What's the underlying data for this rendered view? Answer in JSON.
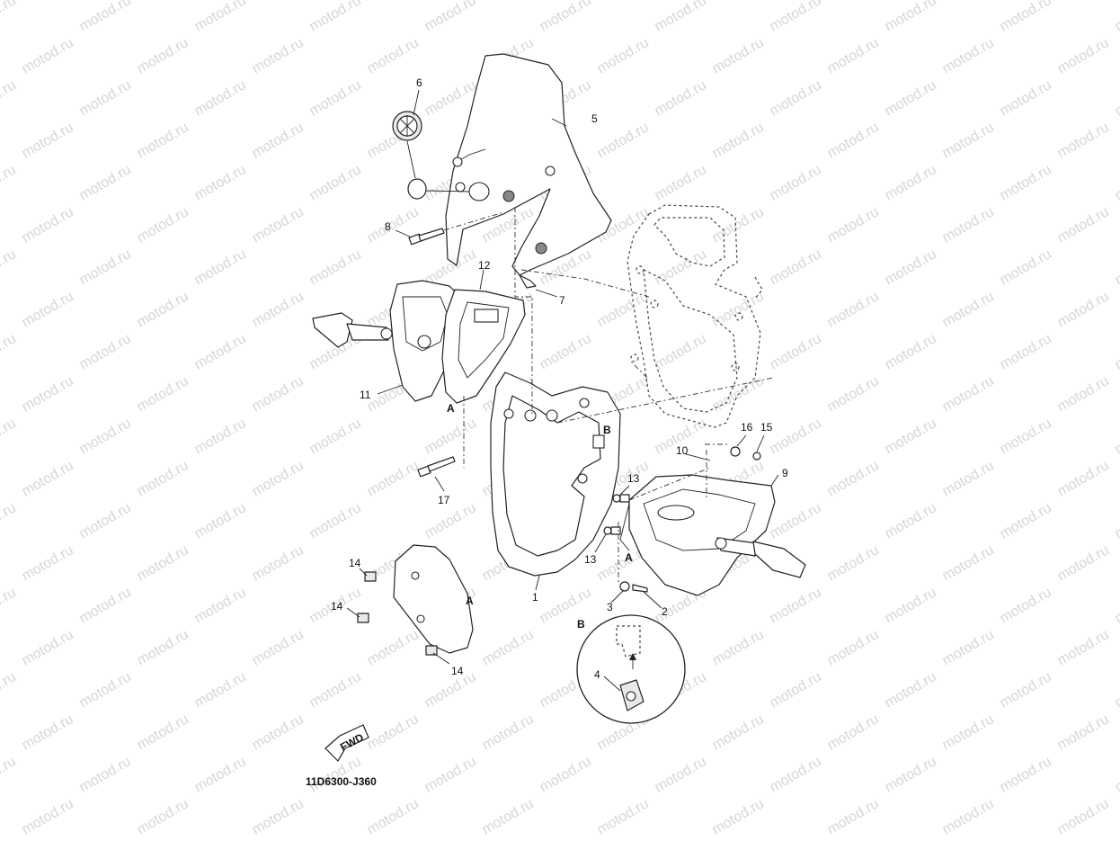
{
  "watermark": {
    "text": "motod.ru"
  },
  "callouts": [
    {
      "id": "c1",
      "text": "1"
    },
    {
      "id": "c2",
      "text": "2"
    },
    {
      "id": "c3",
      "text": "3"
    },
    {
      "id": "c4",
      "text": "4"
    },
    {
      "id": "c5",
      "text": "5"
    },
    {
      "id": "c6",
      "text": "6"
    },
    {
      "id": "c7",
      "text": "7"
    },
    {
      "id": "c8",
      "text": "8"
    },
    {
      "id": "c9",
      "text": "9"
    },
    {
      "id": "c10",
      "text": "10"
    },
    {
      "id": "c11",
      "text": "11"
    },
    {
      "id": "c12",
      "text": "12"
    },
    {
      "id": "c13a",
      "text": "13"
    },
    {
      "id": "c13b",
      "text": "13"
    },
    {
      "id": "c14a",
      "text": "14"
    },
    {
      "id": "c14b",
      "text": "14"
    },
    {
      "id": "c14c",
      "text": "14"
    },
    {
      "id": "c15",
      "text": "15"
    },
    {
      "id": "c16",
      "text": "16"
    },
    {
      "id": "c17",
      "text": "17"
    }
  ],
  "view_markers": {
    "a1": "A",
    "a2": "A",
    "a3": "A",
    "b1": "B",
    "b2": "B"
  },
  "fwd_label": "FWD",
  "diagram_code": "11D6300-J360"
}
